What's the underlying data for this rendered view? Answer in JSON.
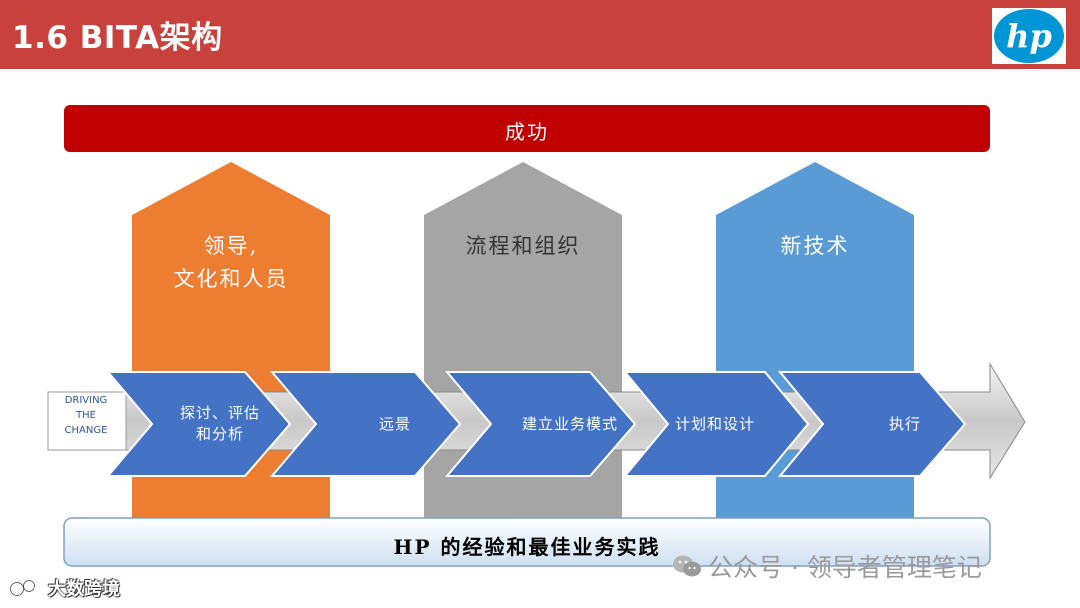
{
  "header": {
    "title": "1.6 BITA架构",
    "logo_text": "hp"
  },
  "diagram": {
    "success_label": "成功",
    "pillars": [
      {
        "label": "领导,\n文化和人员",
        "color": "#ed7d31"
      },
      {
        "label": "流程和组织",
        "color": "#a5a5a5"
      },
      {
        "label": "新技术",
        "color": "#5b9bd5"
      }
    ],
    "driving_label": "DRIVING\nTHE\nCHANGE",
    "steps": [
      {
        "label": "探讨、评估\n和分析"
      },
      {
        "label": "远景"
      },
      {
        "label": "建立业务模式"
      },
      {
        "label": "计划和设计"
      },
      {
        "label": "执行"
      }
    ],
    "foundation_label": "HP 的经验和最佳业务实践"
  },
  "colors": {
    "header_bg": "#c8413d",
    "success_bar": "#c00000",
    "step_blue": "#4472c4",
    "hp_blue": "#0096d6"
  },
  "watermarks": {
    "left_text": "大数跨境",
    "right_text": "公众号 · 领导者管理笔记"
  }
}
